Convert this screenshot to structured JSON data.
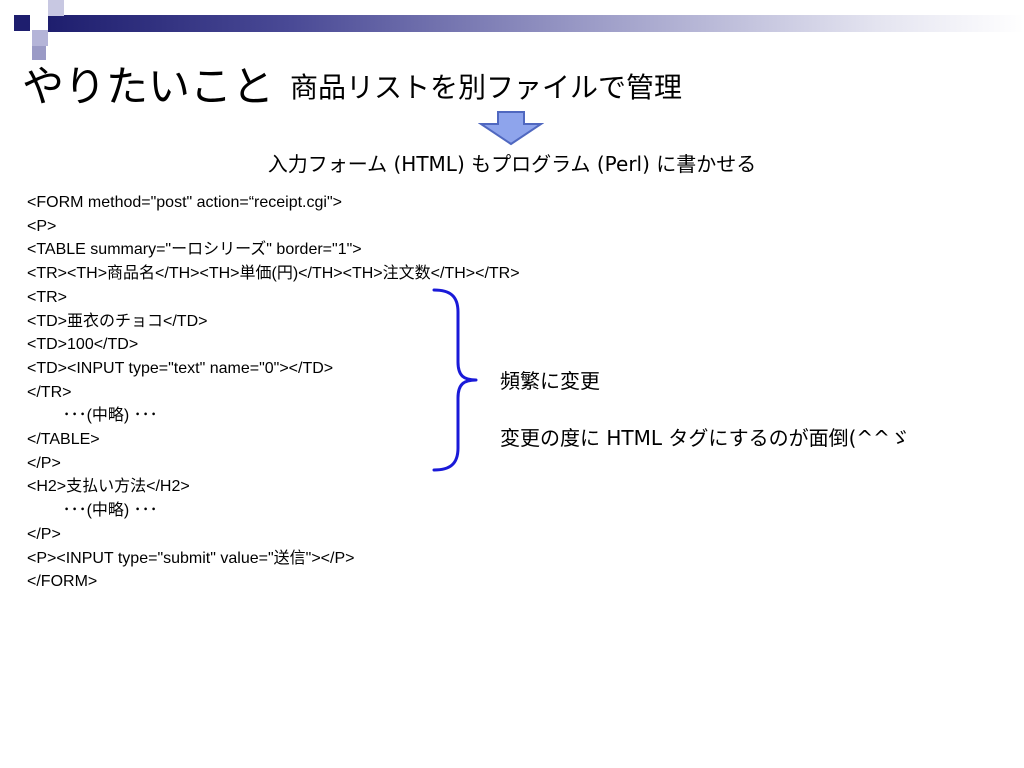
{
  "slide": {
    "title": "やりたいこと",
    "subtitle": "商品リストを別ファイルで管理",
    "description": "入力フォーム (HTML) もプログラム (Perl) に書かせる",
    "code_lines": [
      "<FORM method=\"post\" action=“receipt.cgi\">",
      "<P>",
      "<TABLE summary=\"ーロシリーズ\" border=\"1\">",
      "<TR><TH>商品名</TH><TH>単価(円)</TH><TH>注文数</TH></TR>",
      "<TR>",
      "<TD>亜衣のチョコ</TD>",
      "<TD>100</TD>",
      "<TD><INPUT type=\"text\" name=\"0\"></TD>",
      "</TR>",
      "        ･･･(中略) ･･･",
      "</TABLE>",
      "</P>",
      "<H2>支払い方法</H2>",
      "        ･･･(中略) ･･･",
      "</P>",
      "<P><INPUT type=\"submit\" value=\"送信\"></P>",
      "</FORM>"
    ],
    "notes": [
      "頻繁に変更",
      "変更の度に HTML タグにするのが面倒(^^ゞ"
    ]
  },
  "colors": {
    "accent_dark": "#1e1e6e",
    "accent_light": "#9a9ac6",
    "arrow_fill": "#8ea4ec",
    "arrow_stroke": "#5068c0",
    "brace": "#1a1ad8"
  }
}
